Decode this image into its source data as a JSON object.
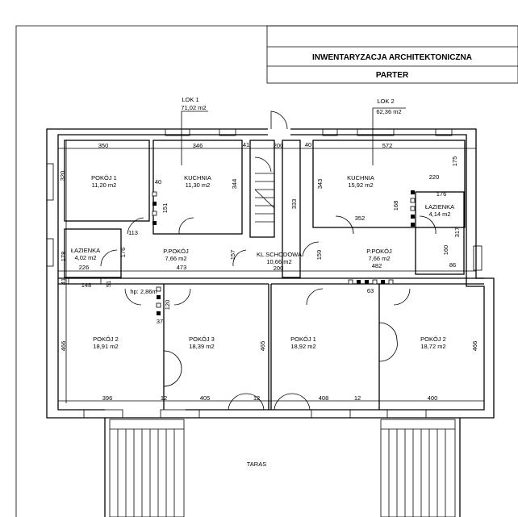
{
  "title_block": {
    "title": "INWENTARYZACJA ARCHITEKTONICZNA",
    "floor": "PARTER"
  },
  "units": [
    {
      "name": "LOK 1",
      "area": "71,02 m2"
    },
    {
      "name": "LOK 2",
      "area": "62,36 m2"
    }
  ],
  "rooms": {
    "l1_pokoj1": {
      "name": "POKÓJ 1",
      "area": "11,20 m2"
    },
    "l1_kuchnia": {
      "name": "KUCHNIA",
      "area": "11,30 m2"
    },
    "l1_lazienka": {
      "name": "ŁAZIENKA",
      "area": "4,02 m2"
    },
    "l1_ppokoj": {
      "name": "P.POKÓJ",
      "area": "7,66 m2"
    },
    "klatka": {
      "name": "KL.SCHODOWA",
      "area": "10,66 m2"
    },
    "l2_kuchnia": {
      "name": "KUCHNIA",
      "area": "15,92 m2"
    },
    "l2_lazienka": {
      "name": "ŁAZIENKA",
      "area": "4,14 m2"
    },
    "l2_ppokoj": {
      "name": "P.POKÓJ",
      "area": "7,66 m2"
    },
    "l1_pokoj2": {
      "name": "POKÓJ 2",
      "area": "18,91 m2"
    },
    "l1_pokoj3": {
      "name": "POKÓJ 3",
      "area": "18,39 m2"
    },
    "l2_pokoj1": {
      "name": "POKÓJ 1",
      "area": "18,92 m2"
    },
    "l2_pokoj2": {
      "name": "POKÓJ 2",
      "area": "18,72 m2"
    }
  },
  "dims": {
    "d350": "350",
    "d346": "346",
    "d41a": "41",
    "d200a": "200",
    "d40a": "40",
    "d572": "572",
    "d320": "320",
    "d344": "344",
    "d175": "175",
    "d220": "220",
    "d343": "343",
    "d176a": "176",
    "d168": "168",
    "d151": "151",
    "d40b": "40",
    "d333": "333",
    "d352": "352",
    "d317": "317",
    "d113": "113",
    "d178": "178",
    "d176b": "176",
    "d226": "226",
    "d473": "473",
    "d200b": "200",
    "d159": "159",
    "d482": "482",
    "d160": "160",
    "d86": "86",
    "d157": "157",
    "d148": "148",
    "d41b": "41",
    "d51": "51",
    "d37": "37",
    "d120": "120",
    "d63": "63",
    "d466a": "466",
    "d465": "465",
    "d466b": "466",
    "d396": "396",
    "d12a": "12",
    "d405": "405",
    "d12b": "12",
    "d408": "408",
    "d12c": "12",
    "d400": "400"
  },
  "height_note": "hp: 2,86m",
  "terrace": "TARAS"
}
